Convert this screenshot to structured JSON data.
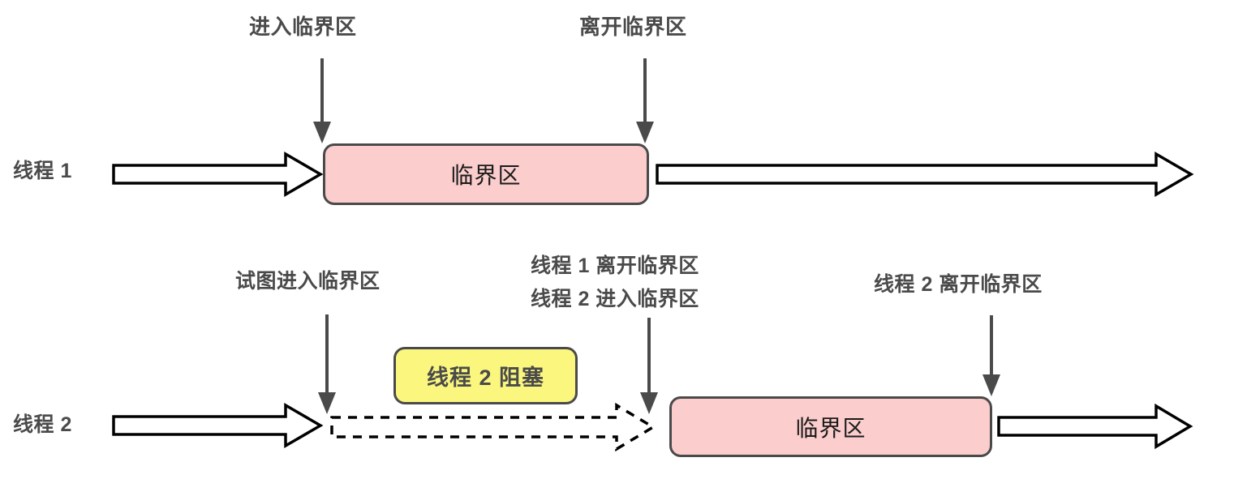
{
  "diagram": {
    "title_colors": {
      "critical_section_fill": "#fbcdcd",
      "blocked_fill": "#fbf77e",
      "box_border": "#4a4a4a",
      "text": "#4a4a4a",
      "arrow_outline": "#000000",
      "annotation_arrow": "#4a4a4a"
    },
    "threads": [
      {
        "label": "线程 1"
      },
      {
        "label": "线程 2"
      }
    ],
    "boxes": {
      "critical_section_1": "临界区",
      "critical_section_2": "临界区",
      "blocked": "线程 2 阻塞"
    },
    "annotations": {
      "enter_cs": "进入临界区",
      "leave_cs": "离开临界区",
      "try_enter_cs": "试图进入临界区",
      "handoff_line1": "线程 1 离开临界区",
      "handoff_line2": "线程 2 进入临界区",
      "t2_leave_cs": "线程 2 离开临界区"
    }
  }
}
